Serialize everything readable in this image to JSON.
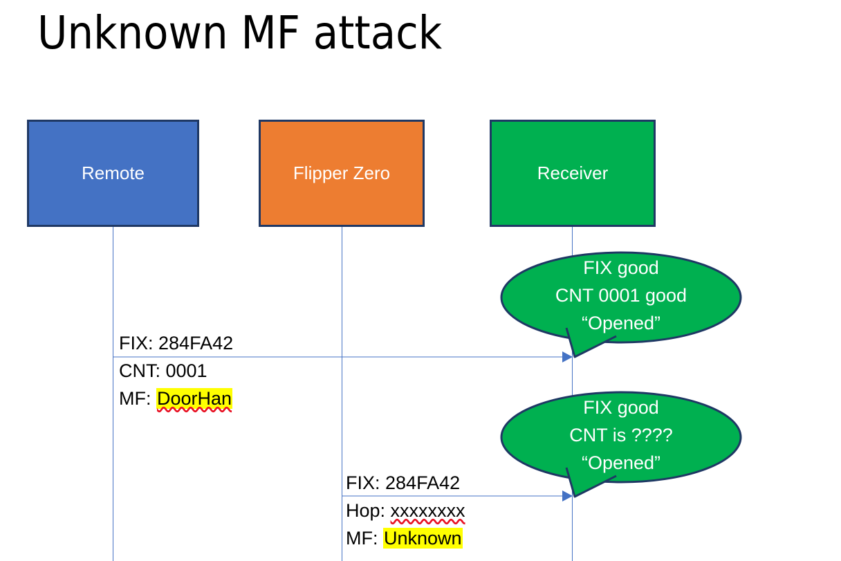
{
  "slide": {
    "title": "Unknown MF attack",
    "background": "#FFFFFF"
  },
  "colors": {
    "remote_fill": "#4472C4",
    "flipper_fill": "#ED7D31",
    "receiver_fill": "#00B050",
    "box_border": "#1F3864",
    "arrow": "#4472C4",
    "highlight": "#FFFF00",
    "spellcheck": "#E81123",
    "text_light": "#FFFFFF",
    "text_dark": "#000000"
  },
  "actors": [
    {
      "id": "remote",
      "label": "Remote"
    },
    {
      "id": "flipper",
      "label": "Flipper Zero"
    },
    {
      "id": "receiver",
      "label": "Receiver"
    }
  ],
  "messages": [
    {
      "id": "remote-to-receiver",
      "from": "remote",
      "to": "receiver",
      "lines": [
        {
          "label": "FIX: ",
          "value": "284FA42",
          "highlight": false,
          "spellcheck": false
        },
        {
          "label": "CNT: ",
          "value": "0001",
          "highlight": false,
          "spellcheck": false
        },
        {
          "label": "MF: ",
          "value": "DoorHan",
          "highlight": true,
          "spellcheck": true
        }
      ]
    },
    {
      "id": "flipper-to-receiver",
      "from": "flipper",
      "to": "receiver",
      "lines": [
        {
          "label": "FIX: ",
          "value": "284FA42",
          "highlight": false,
          "spellcheck": false
        },
        {
          "label": "Hop: ",
          "value": "xxxxxxxx",
          "highlight": false,
          "spellcheck": true
        },
        {
          "label": "MF: ",
          "value": "Unknown",
          "highlight": true,
          "spellcheck": false
        }
      ]
    }
  ],
  "callouts": [
    {
      "id": "receiver-response-1",
      "lines": [
        "FIX good",
        "CNT 0001 good",
        "“Opened”"
      ]
    },
    {
      "id": "receiver-response-2",
      "lines": [
        "FIX good",
        "CNT is ????",
        "“Opened”"
      ]
    }
  ]
}
